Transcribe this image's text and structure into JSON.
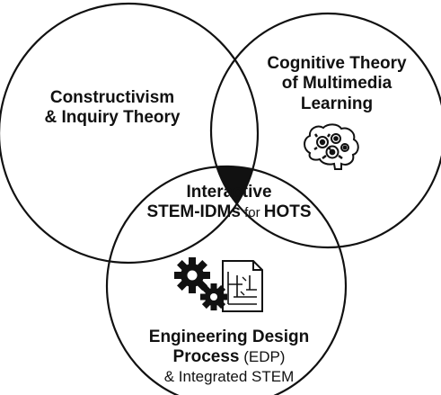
{
  "colors": {
    "stroke": "#111111",
    "center_fill": "#111111",
    "background": "#ffffff"
  },
  "circles": [
    {
      "name": "constructivism",
      "lines": [
        "Constructivism",
        "& Inquiry Theory"
      ]
    },
    {
      "name": "cognitive-theory",
      "lines": [
        "Cognitive Theory",
        "of Multimedia",
        "Learning"
      ],
      "icon": "brain-gears-icon"
    },
    {
      "name": "engineering-design",
      "lines_rich": [
        [
          {
            "text": "Engineering Design",
            "bold": true
          }
        ],
        [
          {
            "text": "Process",
            "bold": true
          },
          {
            "text": " (EDP)",
            "bold": false
          }
        ],
        [
          {
            "text": "& Integrated STEM",
            "bold": false
          }
        ]
      ],
      "icon": "gears-blueprint-icon"
    }
  ],
  "center": {
    "line1": "Interactive",
    "line2_main": "STEM-IDMs",
    "line2_small": " for ",
    "line2_end": "HOTS"
  }
}
